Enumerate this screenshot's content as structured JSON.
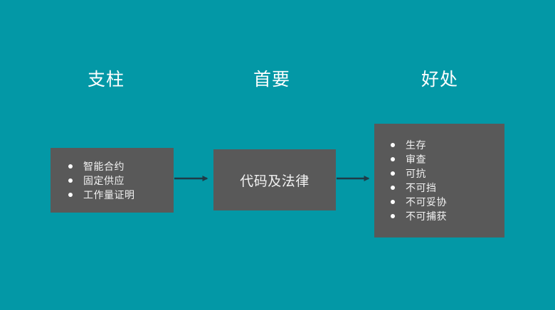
{
  "colors": {
    "background": "#0398A6",
    "box": "#595959",
    "text": "#FFFFFF",
    "arrow": "#1F3B47"
  },
  "headers": {
    "pillars": "支柱",
    "primary": "首要",
    "benefits": "好处"
  },
  "boxes": {
    "pillars": {
      "items": [
        "智能合约",
        "固定供应",
        "工作量证明"
      ]
    },
    "primary": {
      "label": "代码及法律"
    },
    "benefits": {
      "items": [
        "生存",
        "审查",
        "可抗",
        "不可挡",
        "不可妥协",
        "不可捕获"
      ]
    }
  }
}
